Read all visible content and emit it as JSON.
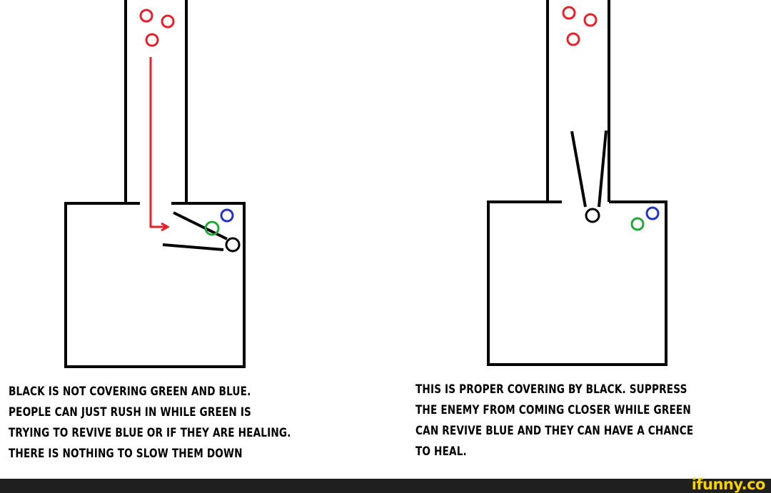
{
  "colors": {
    "wall": "#000000",
    "red_team": "#e8202a",
    "green": "#22a83a",
    "blue": "#2034c8",
    "black_player": "#000000",
    "arrow": "#e8202a",
    "footer_bg": "#1f1f1f",
    "watermark": "#f5d200"
  },
  "captions": {
    "left": [
      "BLACK IS NOT COVERING GREEN AND BLUE.",
      "PEOPLE CAN JUST RUSH IN WHILE GREEN IS",
      "TRYING TO REVIVE BLUE OR IF THEY ARE HEALING.",
      "THERE IS NOTHING TO SLOW THEM DOWN"
    ],
    "right": [
      "THIS IS PROPER COVERING BY BLACK. SUPPRESS",
      "THE ENEMY FROM COMING CLOSER WHILE GREEN",
      "CAN REVIVE BLUE AND THEY CAN HAVE A CHANCE",
      "TO HEAL."
    ]
  },
  "watermark": "ifunny.co"
}
